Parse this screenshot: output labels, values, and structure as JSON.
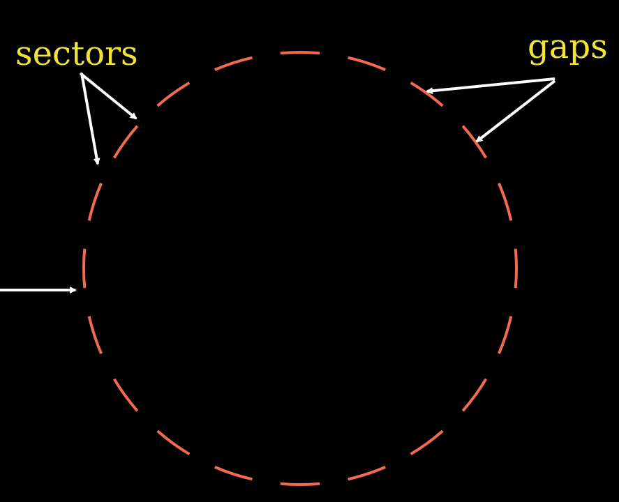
{
  "labels": {
    "sectors": "sectors",
    "gaps": "gaps"
  },
  "colors": {
    "background": "#000000",
    "circle": "#f26a4f",
    "label": "#f0e43a",
    "arrow": "#ffffff"
  },
  "circle": {
    "segment_count": 20,
    "style": "dashed"
  }
}
